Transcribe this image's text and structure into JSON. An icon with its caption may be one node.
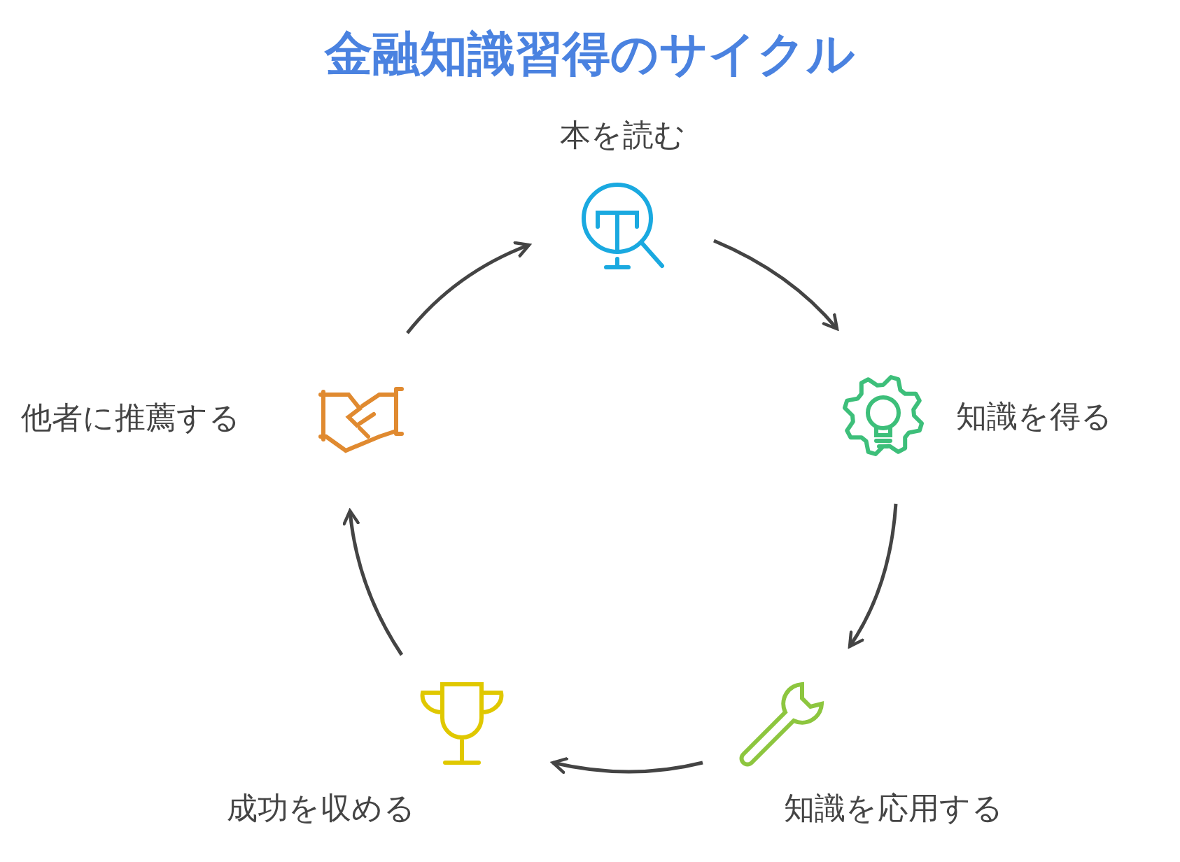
{
  "diagram": {
    "title": "金融知識習得のサイクル",
    "nodes": [
      {
        "text": [
          "本を読む"
        ]
      },
      {
        "text": [
          "知識を得る"
        ]
      },
      {
        "text": [
          "知識を応用する"
        ]
      },
      {
        "text": [
          "成功を収める"
        ]
      },
      {
        "text": [
          "他者に推薦する"
        ]
      }
    ],
    "edges": [
      {
        "from": 0,
        "to": 1,
        "arrow": "to"
      },
      {
        "from": 1,
        "to": 2,
        "arrow": "to"
      },
      {
        "from": 2,
        "to": 3,
        "arrow": "to"
      },
      {
        "from": 3,
        "to": 4,
        "arrow": "to"
      },
      {
        "from": 4,
        "to": 0,
        "arrow": "to"
      }
    ]
  }
}
